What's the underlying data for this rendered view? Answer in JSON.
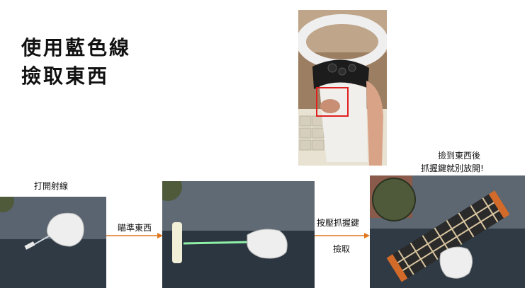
{
  "title": {
    "line1": "使用藍色線",
    "line2": "撿取東西"
  },
  "steps": {
    "open_ray": "打開射線",
    "aim": "瞄準東西",
    "press_grip": "按壓抓握鍵",
    "pick": "撿取",
    "after_pick_line1": "撿到東西後",
    "after_pick_line2": "抓握鍵就別放開!"
  },
  "colors": {
    "arrow": "#e0771d",
    "highlight_box": "#e02020",
    "ray": "#8ff0a8"
  }
}
